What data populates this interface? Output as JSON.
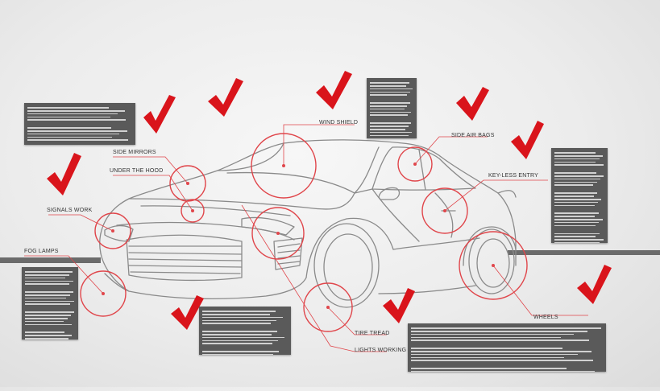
{
  "labels": {
    "wind_shield": "WIND SHIELD",
    "side_air_bags": "SIDE AIR BAGS",
    "side_mirrors": "SIDE MIRRORS",
    "under_the_hood": "UNDER THE HOOD",
    "key_less_entry": "KEY-LESS ENTRY",
    "signals_work": "SIGNALS WORK",
    "fog_lamps": "FOG LAMPS",
    "wheels": "WHEELS",
    "tire_tread": "TIRE TREAD",
    "lights_working": "LIGHTS WORKING"
  },
  "colors": {
    "accent_red": "#d9141b",
    "line_red": "#e0464b",
    "note_gray": "#5a5a5a",
    "road_gray": "#6b6b6b",
    "car_outline": "#8a8a8a"
  },
  "icons": [
    "checkmark-icon",
    "car-outline-illustration",
    "inspection-circle-icon"
  ]
}
